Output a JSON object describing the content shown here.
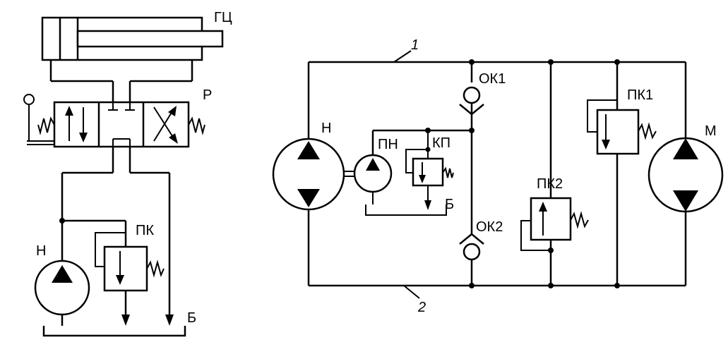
{
  "left_circuit": {
    "cylinder_label": "ГЦ",
    "valve_label": "Р",
    "pump_label": "Н",
    "relief_label": "ПК",
    "tank_label": "Б"
  },
  "right_circuit": {
    "pump_label": "Н",
    "motor_label": "М",
    "check1_label": "ОК1",
    "check2_label": "ОК2",
    "relief1_label": "ПК1",
    "relief2_label": "ПК2",
    "charge_pump_label": "ПН",
    "charge_relief_label": "КП",
    "tank_label": "Б",
    "line1_label": "1",
    "line2_label": "2"
  },
  "colors": {
    "stroke": "#000000",
    "background": "#ffffff"
  }
}
